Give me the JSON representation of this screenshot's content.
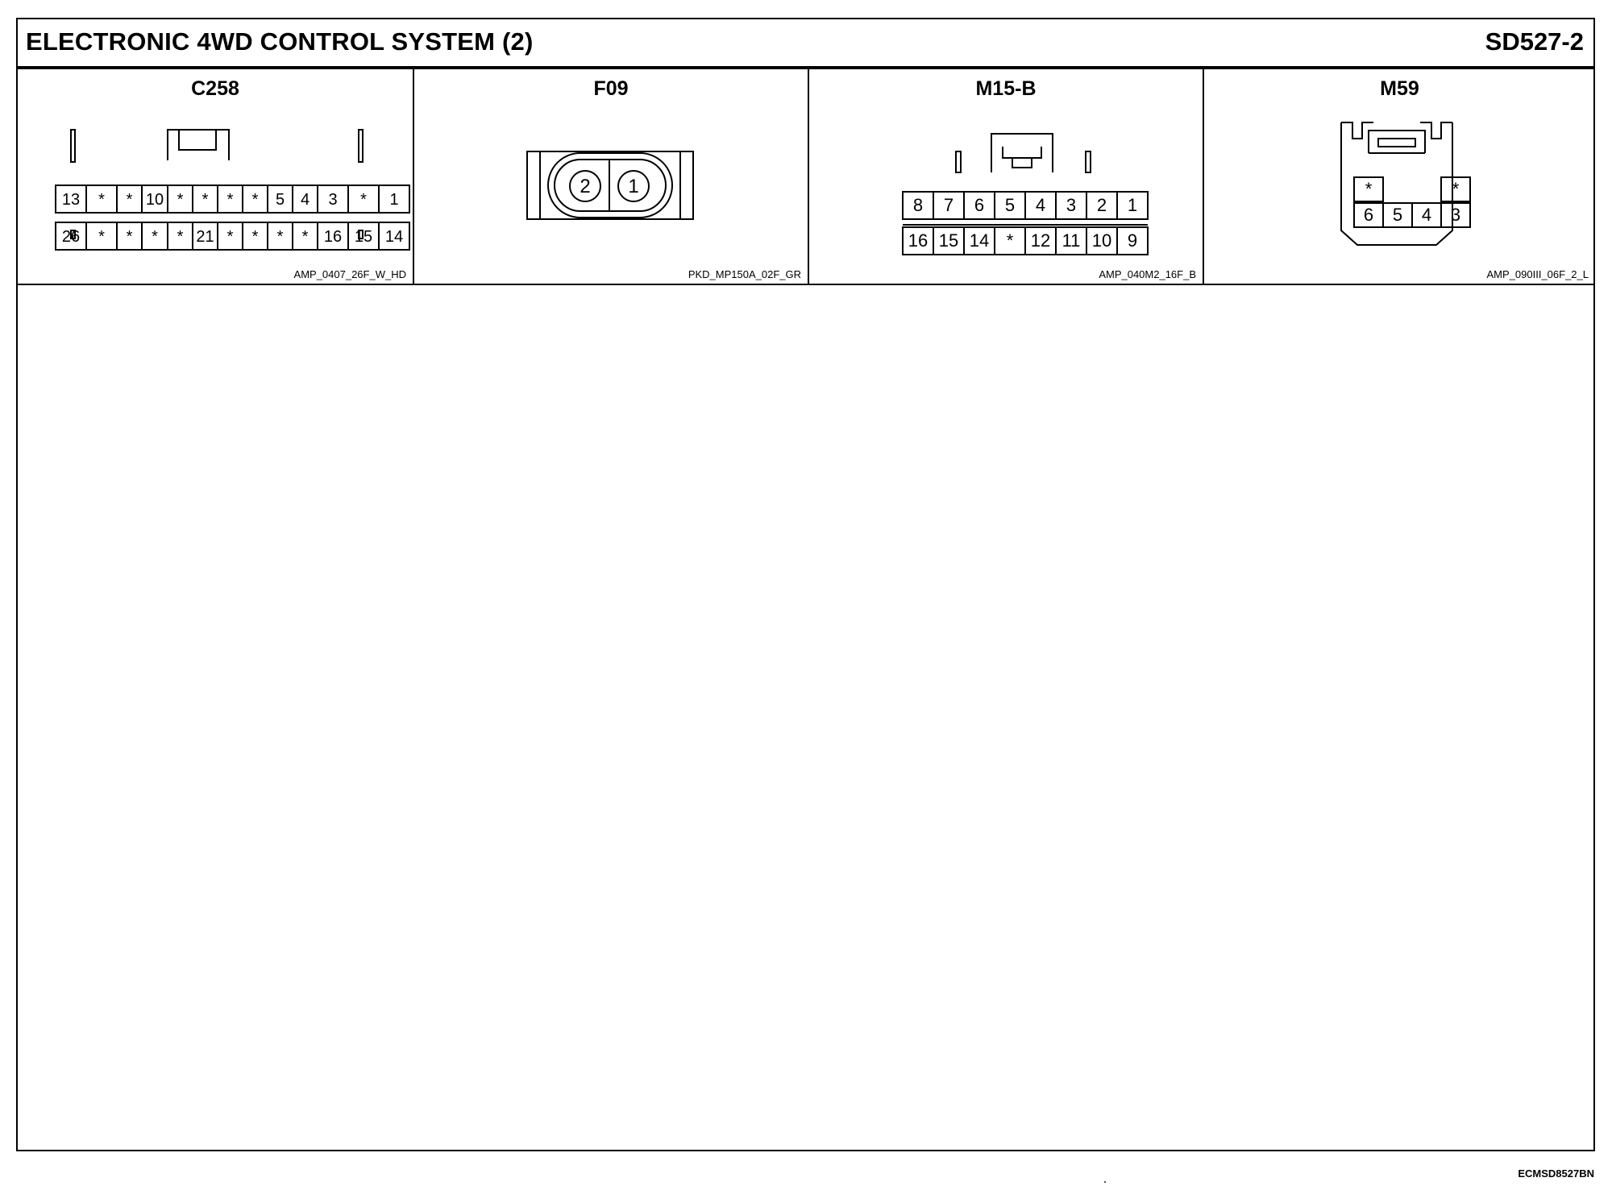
{
  "header": {
    "title": "ELECTRONIC 4WD CONTROL SYSTEM (2)",
    "sheet_id": "SD527-2"
  },
  "connectors": [
    {
      "name": "C258",
      "code": "AMP_0407_26F_W_HD",
      "top_row": [
        "13",
        "*",
        "*",
        "10",
        "*",
        "*",
        "*",
        "*",
        "5",
        "4",
        "3",
        "*",
        "1"
      ],
      "bottom_row": [
        "26",
        "*",
        "*",
        "*",
        "*",
        "21",
        "*",
        "*",
        "*",
        "*",
        "16",
        "15",
        "14"
      ]
    },
    {
      "name": "F09",
      "code": "PKD_MP150A_02F_GR",
      "pins": [
        "2",
        "1"
      ]
    },
    {
      "name": "M15-B",
      "code": "AMP_040M2_16F_B",
      "top_row": [
        "8",
        "7",
        "6",
        "5",
        "4",
        "3",
        "2",
        "1"
      ],
      "bottom_row": [
        "16",
        "15",
        "14",
        "*",
        "12",
        "11",
        "10",
        "9"
      ]
    },
    {
      "name": "M59",
      "code": "AMP_090III_06F_2_L",
      "top_row": [
        "*",
        "",
        "",
        "*"
      ],
      "bottom_row": [
        "6",
        "5",
        "4",
        "3"
      ]
    }
  ],
  "footer": {
    "drawing_id": "ECMSD8527BN"
  }
}
